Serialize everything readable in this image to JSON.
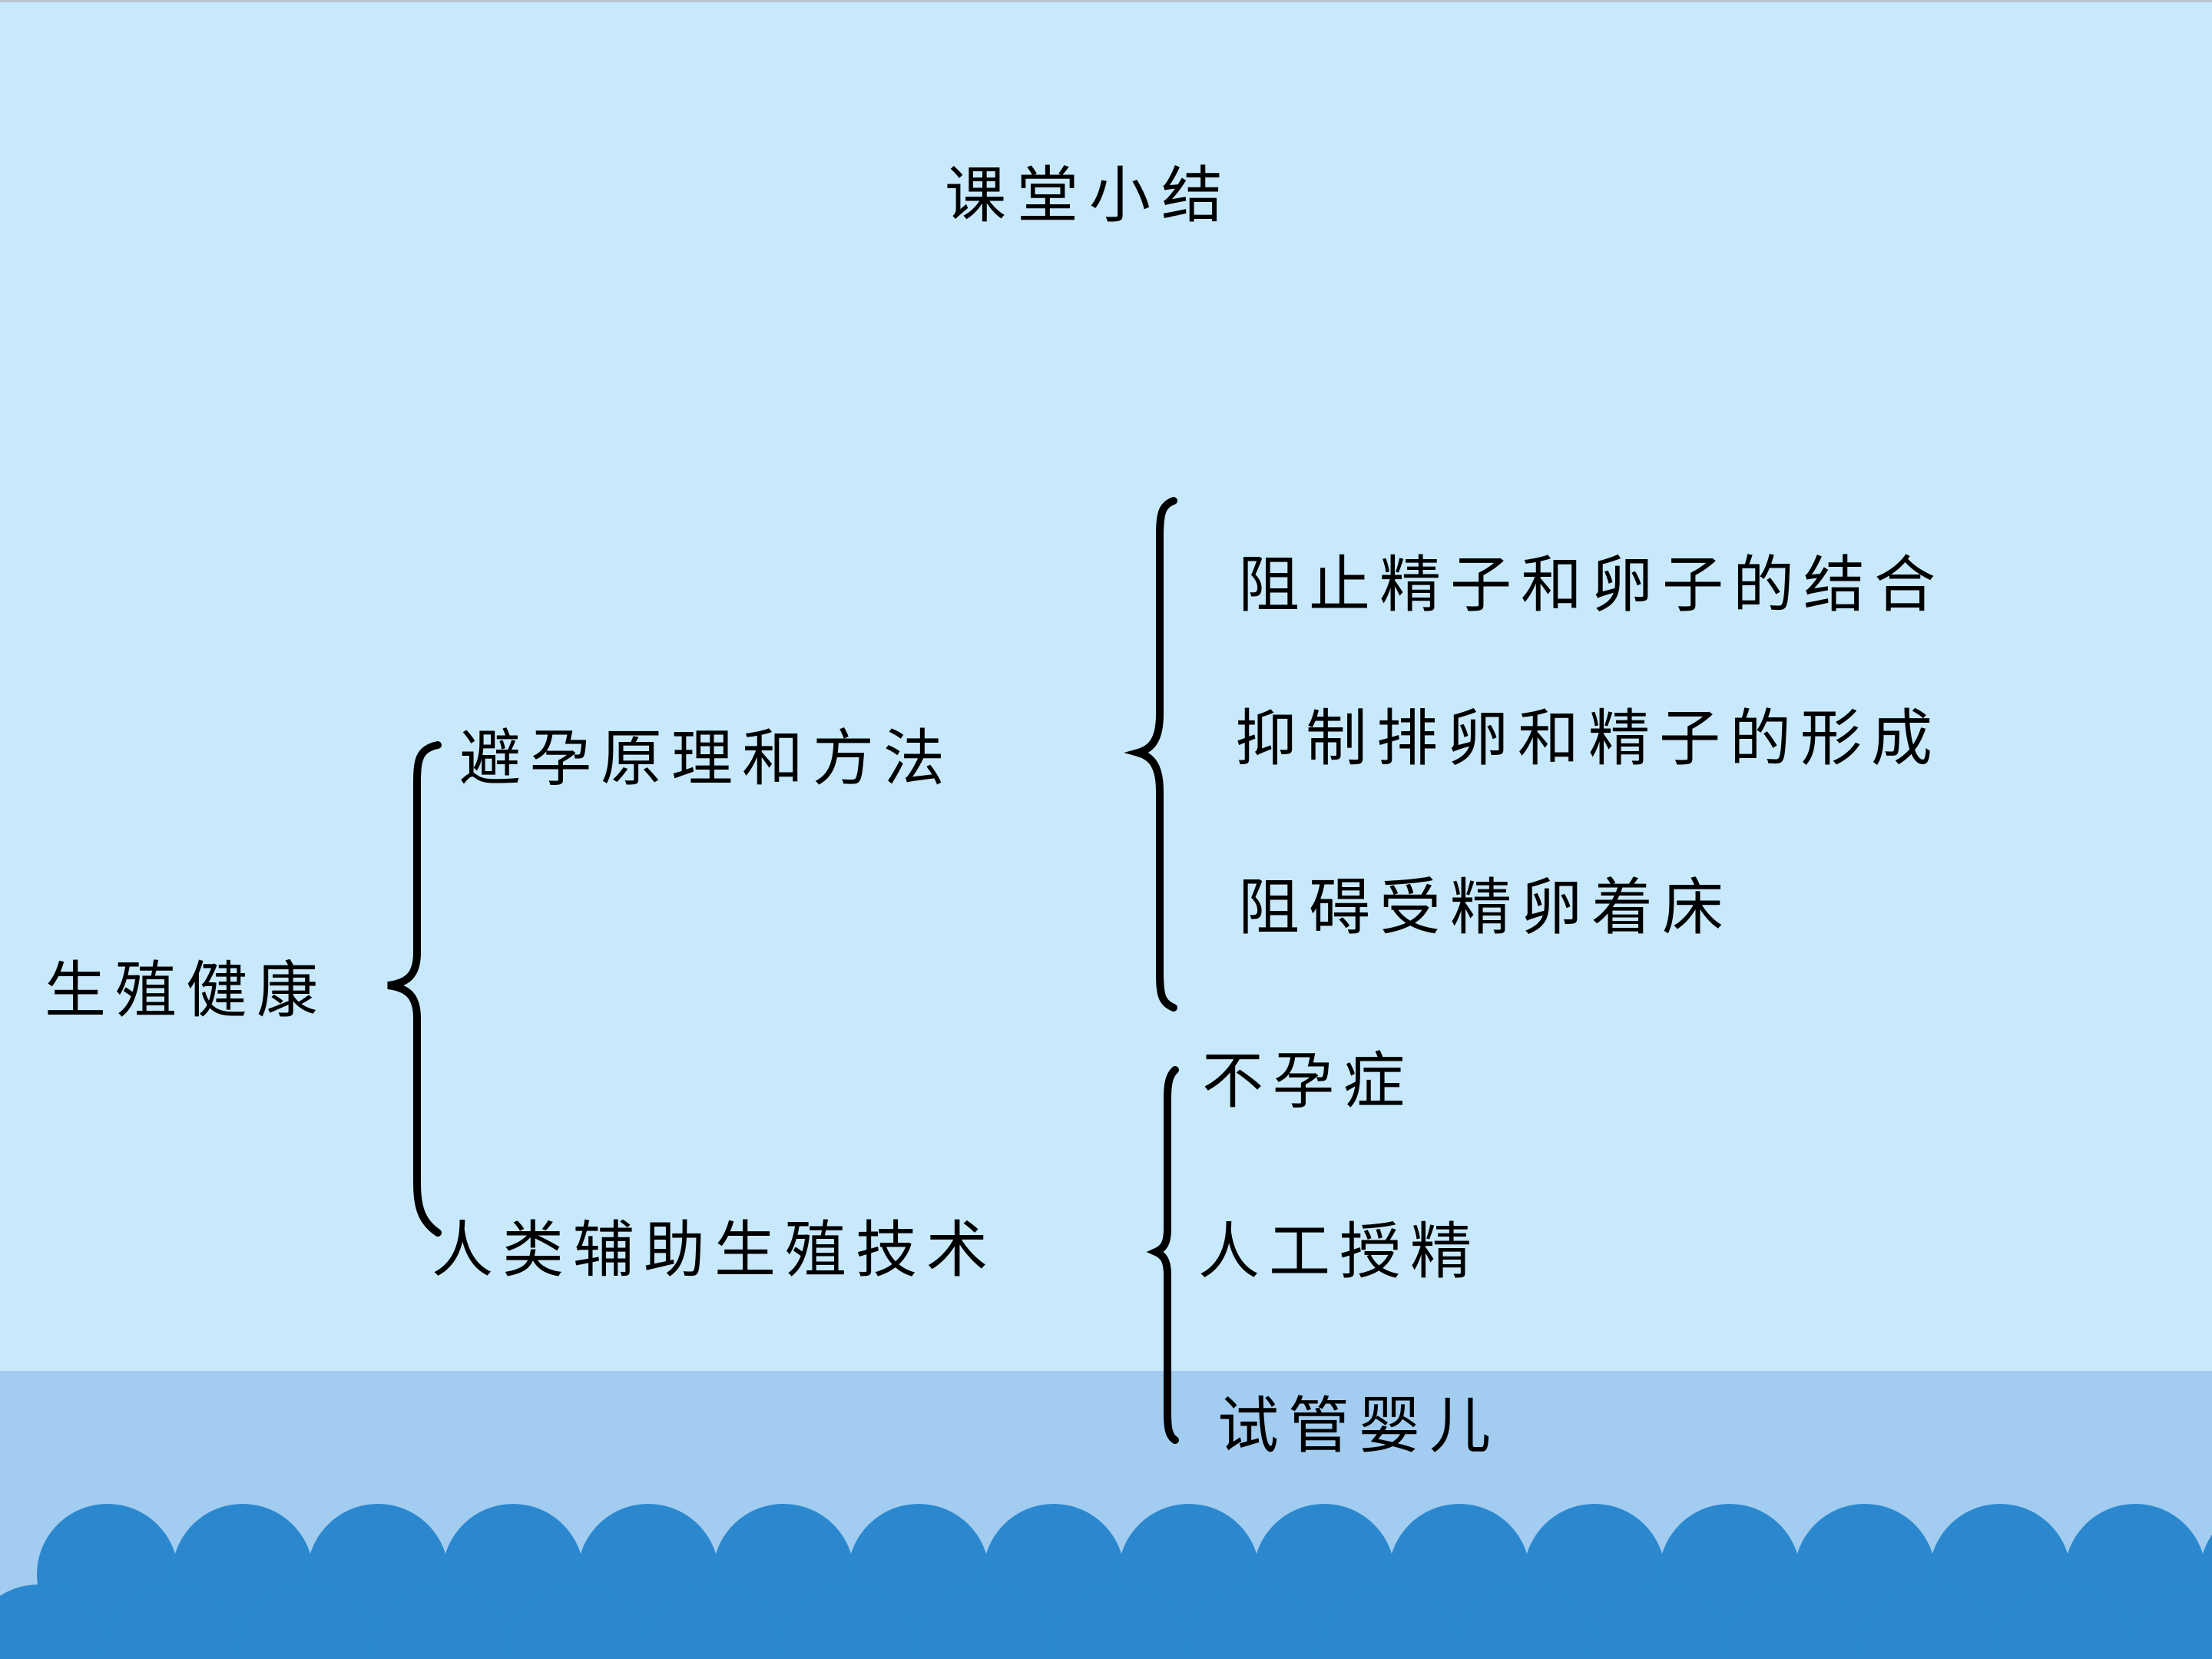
{
  "slide": {
    "title": "课堂小结",
    "root": "生殖健康",
    "branches": [
      {
        "label": "避孕原理和方法",
        "children": [
          "阻止精子和卵子的结合",
          "抑制排卵和精子的形成",
          "阻碍受精卵着床"
        ]
      },
      {
        "label": "人类辅助生殖技术",
        "children": [
          "不孕症",
          "人工授精",
          "试管婴儿"
        ]
      }
    ]
  },
  "colors": {
    "background": "#c8e9fb",
    "band": "#a2cdf0",
    "wave": "#2b88cf",
    "text": "#000000"
  }
}
